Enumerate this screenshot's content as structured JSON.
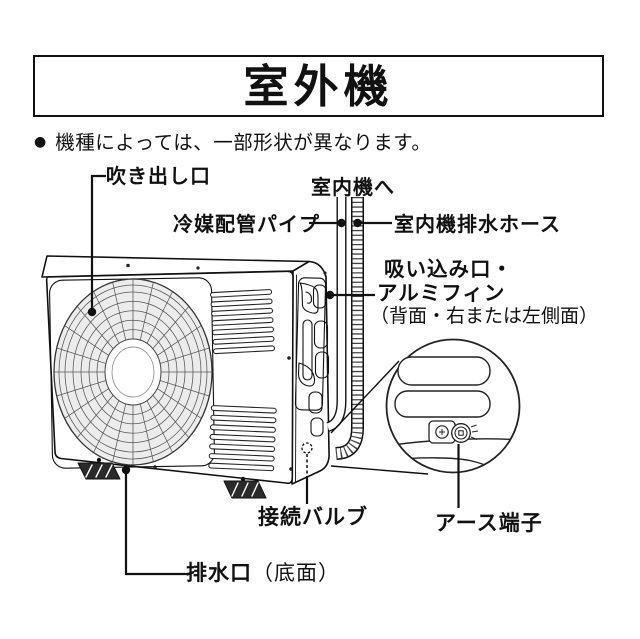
{
  "header": {
    "title": "室外機"
  },
  "note": {
    "marker": "●",
    "text": "機種によっては、一部形状が異なります。"
  },
  "diagram": {
    "labels": {
      "blow_outlet": "吹き出し口",
      "to_indoor": "室内機へ",
      "refrigerant_pipe": "冷媒配管パイプ",
      "drain_hose": "室内機排水ホース",
      "intake_line1": "吸い込み口・",
      "intake_line2": "アルミフィン",
      "intake_note": "（背面・右または左側面）",
      "connection_valve": "接続バルブ",
      "earth_terminal": "アース端子",
      "drain_outlet": "排水口",
      "drain_outlet_suffix": "（底面）"
    },
    "line_color": "#111111"
  }
}
